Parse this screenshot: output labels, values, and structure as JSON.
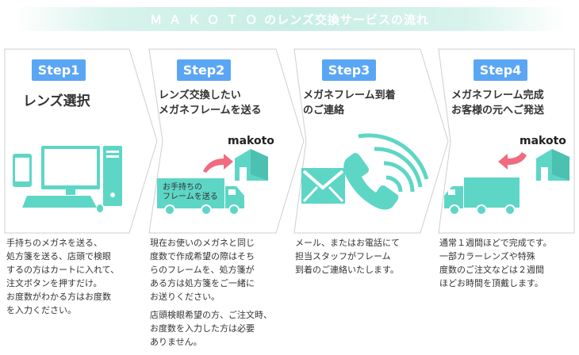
{
  "header": {
    "brand": "ＭＡＫＯＴＯ",
    "title": "のレンズ交換サービスの流れ"
  },
  "colors": {
    "accent": "#5aa6f5",
    "teal": "#5ed6c6",
    "arrow": "#f06b7e",
    "header_bg": "#c7eee4"
  },
  "steps": [
    {
      "badge": "Step1",
      "title": [
        "レンズ選択"
      ],
      "desc": [
        "手持ちのメガネを送る、",
        "処方箋を送る、店頭で検眼",
        "するの方はカートに入れて、",
        "注文ボタンを押すだけ。",
        "お度数がわかる方はお度数",
        "を入力ください。"
      ]
    },
    {
      "badge": "Step2",
      "title": [
        "レンズ交換したい",
        "メガネフレームを送る"
      ],
      "brand": "makoto",
      "truck_label": [
        "お手持ちの",
        "フレームを送る"
      ],
      "desc": [
        "現在お使いのメガネと同じ",
        "度数で作成希望の際はそち",
        "らのフレームを、処方箋が",
        "ある方は処方箋をご一緒に",
        "お送りください。"
      ],
      "desc2": [
        "店頭検眼希望の方、ご注文時、",
        "お度数を入力した方は必要",
        "ありません。"
      ]
    },
    {
      "badge": "Step3",
      "title": [
        "メガネフレーム到着",
        "のご連絡"
      ],
      "desc": [
        "メール、またはお電話にて",
        "担当スタッフがフレーム",
        "到着のご連絡いたします。"
      ]
    },
    {
      "badge": "Step4",
      "title": [
        "メガネフレーム完成",
        "お客様の元へご発送"
      ],
      "brand": "makoto",
      "desc": [
        "通常１週間ほどで完成です。",
        "一部カラーレンズや特殊",
        "度数のご注文などは２週間",
        "ほどお時間を頂戴します。"
      ]
    }
  ]
}
